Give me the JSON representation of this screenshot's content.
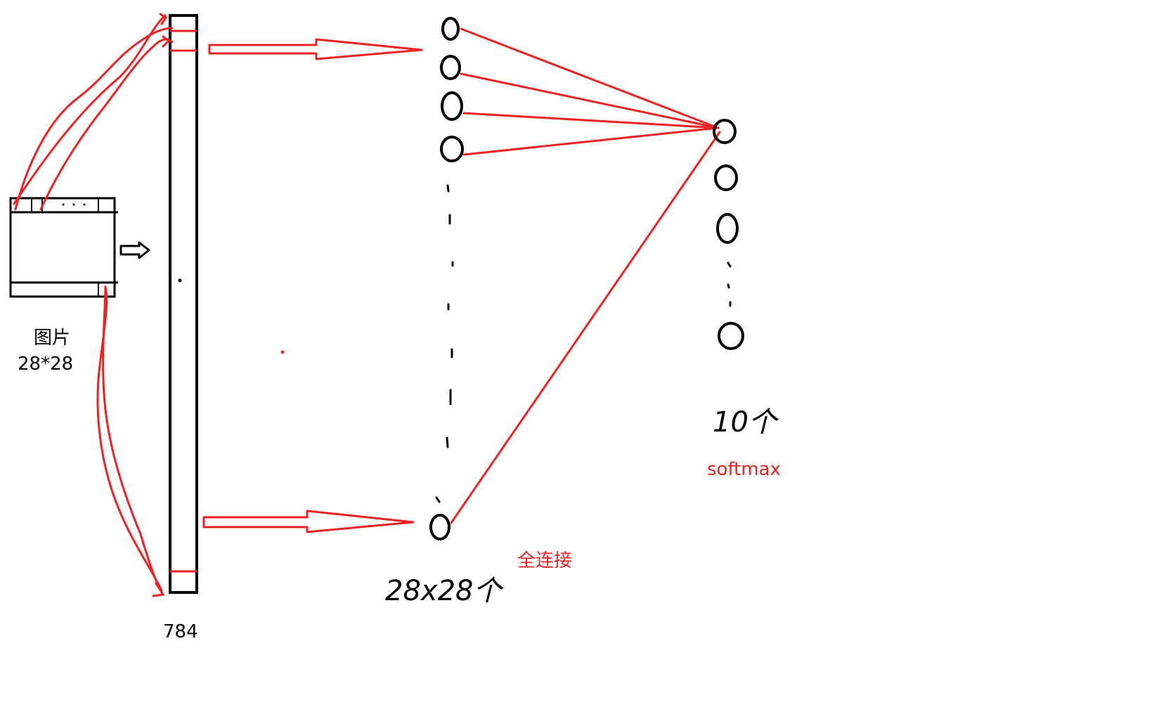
{
  "labels": {
    "image_title": "图片",
    "image_size": "28*28",
    "vector_length": "784",
    "input_count": "28x28个",
    "full_connection": "全连接",
    "output_count": "10个",
    "activation": "softmax"
  },
  "colors": {
    "ink": "#000000",
    "arrow": "#ee2222",
    "connection": "#ee2222"
  },
  "icons": {
    "arrow_small": "hollow-arrow-right",
    "arrow_big": "hollow-arrow-right"
  }
}
